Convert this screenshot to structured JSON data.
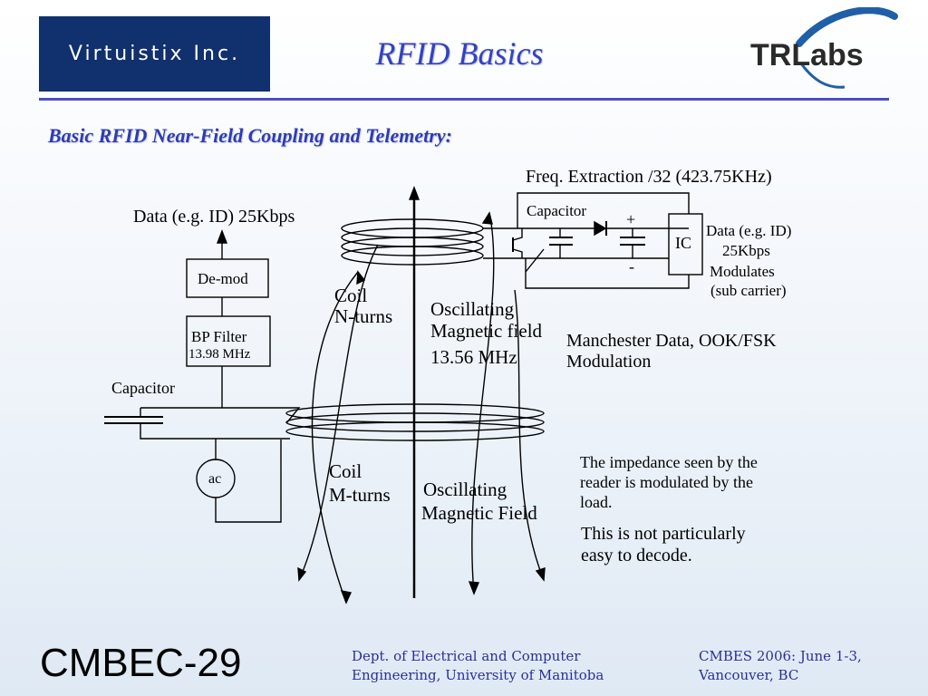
{
  "header": {
    "left_logo_text": "Virtuistix Inc.",
    "title": "RFID Basics",
    "right_logo_text": "TRLabs"
  },
  "subtitle": "Basic RFID Near-Field Coupling and Telemetry:",
  "diagram": {
    "freq_extraction": "Freq. Extraction /32 (423.75KHz)",
    "tag_capacitor": "Capacitor",
    "plus": "+",
    "minus": "-",
    "ic": "IC",
    "tag_data_line1": "Data (e.g. ID)",
    "tag_data_line2": "25Kbps",
    "tag_data_line3": "Modulates",
    "tag_data_line4": "(sub carrier)",
    "reader_data": "Data (e.g. ID) 25Kbps",
    "demod": "De-mod",
    "bp_filter": "BP Filter",
    "bp_freq": "13.98 MHz",
    "reader_capacitor": "Capacitor",
    "ac": "ac",
    "coil_n_line1": "Coil",
    "coil_n_line2": "N-turns",
    "coil_m_line1": "Coil",
    "coil_m_line2": "M-turns",
    "osc_top_line1": "Oscillating",
    "osc_top_line2": "Magnetic field",
    "osc_top_line3": "13.56 MHz",
    "osc_bottom_line1": "Oscillating",
    "osc_bottom_line2": "Magnetic Field",
    "manchester_line1": "Manchester Data, OOK/FSK",
    "manchester_line2": "Modulation",
    "impedance_line1": "The impedance seen by the",
    "impedance_line2": "reader is modulated by the",
    "impedance_line3": "load.",
    "decode_line1": "This is not particularly",
    "decode_line2": "easy to decode."
  },
  "footer": {
    "slide_id": "CMBEC-29",
    "dept_line1": "Dept. of Electrical and Computer",
    "dept_line2": "Engineering, University of Manitoba",
    "conf_line1": "CMBES 2006: June 1-3,",
    "conf_line2": "Vancouver, BC"
  },
  "colors": {
    "title_blue": "#3342c0",
    "logo_navy": "#10306e",
    "rule_blue": "#4b4fc2",
    "footer_blue": "#2b2f9a"
  }
}
